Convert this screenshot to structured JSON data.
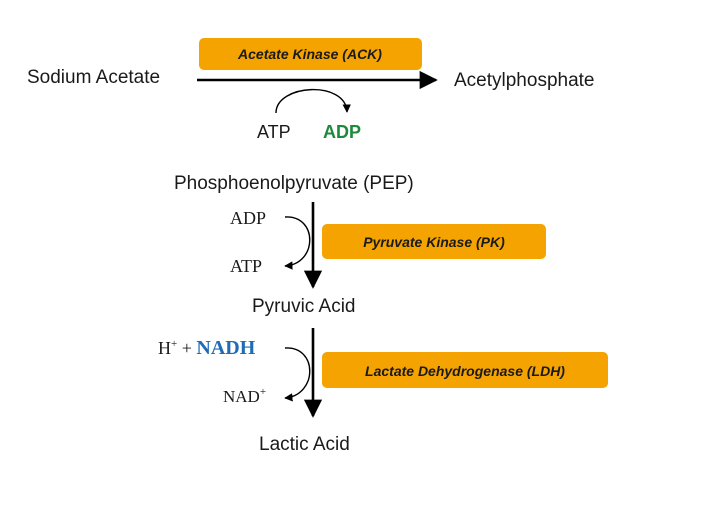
{
  "colors": {
    "enzyme_fill": "#F5A300",
    "line": "#000000",
    "adp_highlight": "#1B8A3C",
    "nadh_highlight": "#1F6BB5",
    "text": "#1a1a1a"
  },
  "reaction1": {
    "substrate": "Sodium Acetate",
    "product": "Acetylphosphate",
    "enzyme": "Acetate Kinase (ACK)",
    "cofactor_in": "ATP",
    "cofactor_out": "ADP"
  },
  "reaction2": {
    "substrate": "Phosphoenolpyruvate (PEP)",
    "product": "Pyruvic Acid",
    "enzyme": "Pyruvate Kinase (PK)",
    "cofactor_in": "ADP",
    "cofactor_out": "ATP"
  },
  "reaction3": {
    "substrate": "Pyruvic Acid",
    "product": "Lactic Acid",
    "enzyme": "Lactate Dehydrogenase (LDH)",
    "cofactor_in_prefix": "H",
    "cofactor_in_sup": "+",
    "cofactor_in_plus": " + ",
    "cofactor_in_highlight": "NADH",
    "cofactor_out": "NAD",
    "cofactor_out_sup": "+"
  }
}
